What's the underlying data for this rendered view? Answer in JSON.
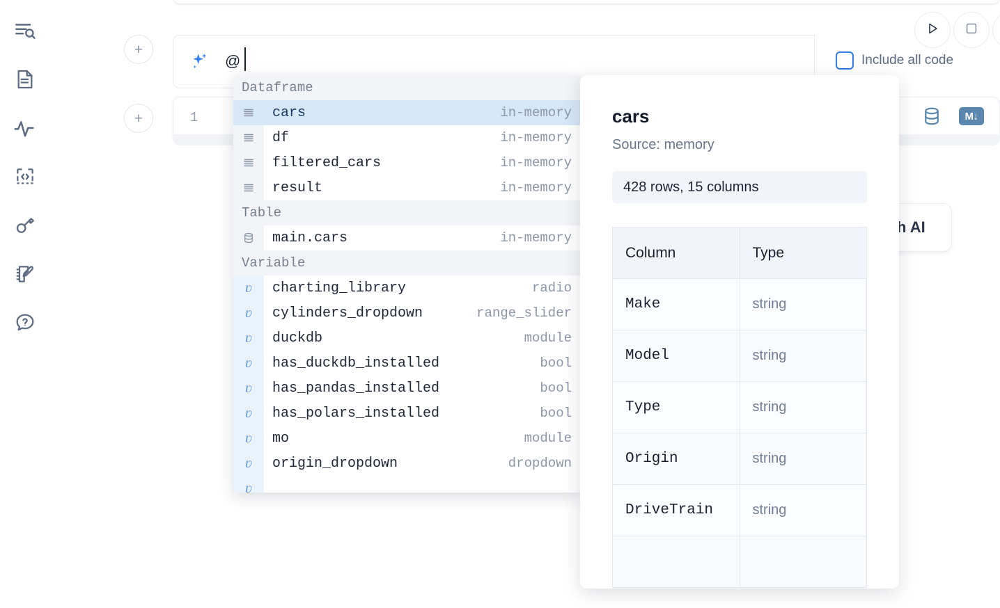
{
  "sidebar": {
    "items": [
      {
        "name": "explore-icon",
        "label": "Explore"
      },
      {
        "name": "file-document-icon",
        "label": "Files"
      },
      {
        "name": "activity-pulse-icon",
        "label": "Activity"
      },
      {
        "name": "code-snippet-icon",
        "label": "Snippets"
      },
      {
        "name": "key-secrets-icon",
        "label": "Secrets"
      },
      {
        "name": "notebook-edit-icon",
        "label": "Scratchpad"
      },
      {
        "name": "help-chat-icon",
        "label": "Help"
      }
    ]
  },
  "add_buttons": {
    "glyph": "+"
  },
  "ai_bar": {
    "icon": "sparkle-ai-icon",
    "value": "@",
    "placeholder": ""
  },
  "toolbar": {
    "run_icon": "play-triangle-icon",
    "stop_icon": "stop-square-icon",
    "include_all_code_label": "Include all code",
    "include_all_code_checked": false
  },
  "code_cell": {
    "line_number": "1",
    "content": "",
    "icons": [
      {
        "name": "database-sql-icon"
      },
      {
        "name": "markdown-icon",
        "label": "M"
      }
    ]
  },
  "ai_chip": {
    "label": "h AI"
  },
  "mention_dropdown": {
    "groups": [
      {
        "label": "Dataframe",
        "items": [
          {
            "icon": "dataframe-rows-icon",
            "name": "cars",
            "type": "in-memory",
            "selected": true
          },
          {
            "icon": "dataframe-rows-icon",
            "name": "df",
            "type": "in-memory",
            "selected": false
          },
          {
            "icon": "dataframe-rows-icon",
            "name": "filtered_cars",
            "type": "in-memory",
            "selected": false
          },
          {
            "icon": "dataframe-rows-icon",
            "name": "result",
            "type": "in-memory",
            "selected": false
          }
        ]
      },
      {
        "label": "Table",
        "items": [
          {
            "icon": "database-table-icon",
            "name": "main.cars",
            "type": "in-memory",
            "selected": false
          }
        ]
      },
      {
        "label": "Variable",
        "items": [
          {
            "icon": "variable-icon",
            "name": "charting_library",
            "type": "radio",
            "selected": false
          },
          {
            "icon": "variable-icon",
            "name": "cylinders_dropdown",
            "type": "range_slider",
            "selected": false
          },
          {
            "icon": "variable-icon",
            "name": "duckdb",
            "type": "module",
            "selected": false
          },
          {
            "icon": "variable-icon",
            "name": "has_duckdb_installed",
            "type": "bool",
            "selected": false
          },
          {
            "icon": "variable-icon",
            "name": "has_pandas_installed",
            "type": "bool",
            "selected": false
          },
          {
            "icon": "variable-icon",
            "name": "has_polars_installed",
            "type": "bool",
            "selected": false
          },
          {
            "icon": "variable-icon",
            "name": "mo",
            "type": "module",
            "selected": false
          },
          {
            "icon": "variable-icon",
            "name": "origin_dropdown",
            "type": "dropdown",
            "selected": false
          }
        ]
      }
    ]
  },
  "preview": {
    "title": "cars",
    "source": "Source: memory",
    "stats": "428 rows, 15 columns",
    "table": {
      "headers": [
        "Column",
        "Type"
      ],
      "rows": [
        [
          "Make",
          "string"
        ],
        [
          "Model",
          "string"
        ],
        [
          "Type",
          "string"
        ],
        [
          "Origin",
          "string"
        ],
        [
          "DriveTrain",
          "string"
        ]
      ]
    }
  },
  "colors": {
    "accent_blue": "#2f7ae5",
    "selection_blue": "#d6e7f8",
    "variable_gutter": "#eaf3fc",
    "icon_slate": "#5c6b82",
    "cell_icon_blue": "#5b87ae",
    "group_header_bg": "#f2f4f7"
  }
}
